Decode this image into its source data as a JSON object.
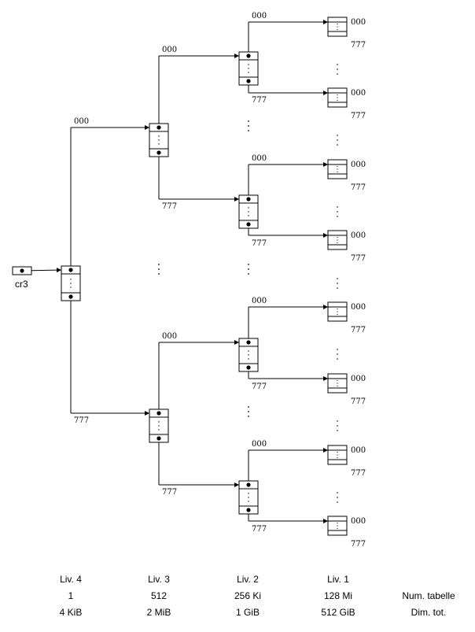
{
  "labels": {
    "register": "cr3",
    "first_index": "000",
    "last_index": "777"
  },
  "levels": [
    {
      "name": "Liv. 4",
      "num_tables": "1",
      "total_size": "4 KiB"
    },
    {
      "name": "Liv. 3",
      "num_tables": "512",
      "total_size": "2 MiB"
    },
    {
      "name": "Liv. 2",
      "num_tables": "256 Ki",
      "total_size": "1 GiB"
    },
    {
      "name": "Liv. 1",
      "num_tables": "128 Mi",
      "total_size": "512 GiB"
    }
  ],
  "row_labels": {
    "num_tables": "Num. tabelle",
    "total_size": "Dim. tot."
  }
}
